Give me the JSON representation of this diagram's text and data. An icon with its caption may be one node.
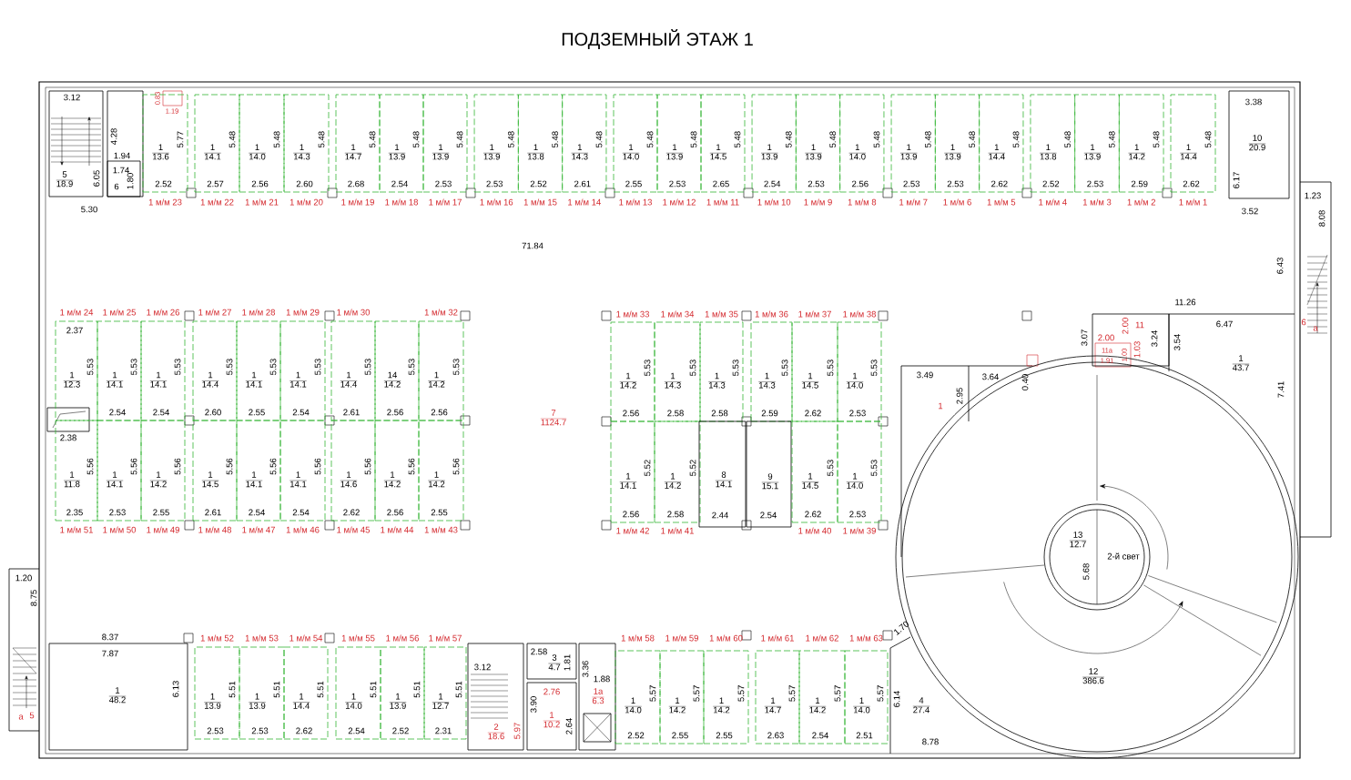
{
  "diagram": {
    "title": "ПОДЗЕМНЫЙ ЭТАЖ 1",
    "nodes": [
      {
        "text": [
          "5",
          "18.9"
        ]
      },
      {
        "text": [
          "6"
        ]
      },
      {
        "text": [
          "1",
          "13.6",
          "5.77",
          "2.52"
        ],
        "beside": [
          "1 м/м 23"
        ]
      },
      {
        "text": [
          "1",
          "14.1",
          "5.48",
          "2.57"
        ],
        "beside": [
          "1 м/м 22"
        ]
      },
      {
        "text": [
          "1",
          "14.0",
          "5.48",
          "2.56"
        ],
        "beside": [
          "1 м/м 21"
        ]
      },
      {
        "text": [
          "1",
          "14.3",
          "5.48",
          "2.60"
        ],
        "beside": [
          "1 м/м 20"
        ]
      },
      {
        "text": [
          "1",
          "14.7",
          "5.48",
          "2.68"
        ],
        "beside": [
          "1 м/м 19"
        ]
      },
      {
        "text": [
          "1",
          "13.9",
          "5.48",
          "2.54"
        ],
        "beside": [
          "1 м/м 18"
        ]
      },
      {
        "text": [
          "1",
          "13.9",
          "5.48",
          "2.53"
        ],
        "beside": [
          "1 м/м 17"
        ]
      },
      {
        "text": [
          "1",
          "13.9",
          "5.48",
          "2.53"
        ],
        "beside": [
          "1 м/м 16"
        ]
      },
      {
        "text": [
          "1",
          "13.8",
          "5.48",
          "2.52"
        ],
        "beside": [
          "1 м/м 15"
        ]
      },
      {
        "text": [
          "1",
          "14.3",
          "5.48",
          "2.61"
        ],
        "beside": [
          "1 м/м 14"
        ]
      },
      {
        "text": [
          "1",
          "14.0",
          "5.48",
          "2.55"
        ],
        "beside": [
          "1 м/м 13"
        ]
      },
      {
        "text": [
          "1",
          "13.9",
          "5.48",
          "2.53"
        ],
        "beside": [
          "1 м/м 12"
        ]
      },
      {
        "text": [
          "1",
          "14.5",
          "5.48",
          "2.65"
        ],
        "beside": [
          "1 м/м 11"
        ]
      },
      {
        "text": [
          "1",
          "13.9",
          "5.48",
          "2.54"
        ],
        "beside": [
          "1 м/м 10"
        ]
      },
      {
        "text": [
          "1",
          "13.9",
          "5.48",
          "2.53"
        ],
        "beside": [
          "1 м/м 9"
        ]
      },
      {
        "text": [
          "1",
          "14.0",
          "5.48",
          "2.56"
        ],
        "beside": [
          "1 м/м 8"
        ]
      },
      {
        "text": [
          "1",
          "13.9",
          "5.48",
          "2.53"
        ],
        "beside": [
          "1 м/м 7"
        ]
      },
      {
        "text": [
          "1",
          "13.9",
          "5.48",
          "2.53"
        ],
        "beside": [
          "1 м/м 6"
        ]
      },
      {
        "text": [
          "1",
          "14.4",
          "5.48",
          "2.62"
        ],
        "beside": [
          "1 м/м 5"
        ]
      },
      {
        "text": [
          "1",
          "13.8",
          "5.48",
          "2.52"
        ],
        "beside": [
          "1 м/м 4"
        ]
      },
      {
        "text": [
          "1",
          "13.9",
          "5.48",
          "2.53"
        ],
        "beside": [
          "1 м/м 3"
        ]
      },
      {
        "text": [
          "1",
          "14.2",
          "5.48",
          "2.59"
        ],
        "beside": [
          "1 м/м 2"
        ]
      },
      {
        "text": [
          "1",
          "14.4",
          "5.48",
          "2.62"
        ],
        "beside": [
          "1 м/м 1"
        ]
      },
      {
        "text": [
          "10",
          "20.9"
        ]
      },
      {
        "text": [
          "1",
          "12.3",
          "5.53",
          "2.37"
        ],
        "beside": [
          "1 м/м 24"
        ]
      },
      {
        "text": [
          "1",
          "14.1",
          "5.53",
          "2.54"
        ],
        "beside": [
          "1 м/м 25"
        ]
      },
      {
        "text": [
          "1",
          "14.1",
          "5.53",
          "2.54"
        ],
        "beside": [
          "1 м/м 26"
        ]
      },
      {
        "text": [
          "1",
          "14.4",
          "5.53",
          "2.60"
        ],
        "beside": [
          "1 м/м 27"
        ]
      },
      {
        "text": [
          "1",
          "14.1",
          "5.53",
          "2.55"
        ],
        "beside": [
          "1 м/м 28"
        ]
      },
      {
        "text": [
          "1",
          "14.1",
          "5.53",
          "2.54"
        ],
        "beside": [
          "1 м/м 29"
        ]
      },
      {
        "text": [
          "1",
          "14.4",
          "5.53",
          "2.61"
        ],
        "beside": [
          "1 м/м 30"
        ]
      },
      {
        "text": [
          "14",
          "14.2",
          "5.53",
          "2.56"
        ]
      },
      {
        "text": [
          "1",
          "14.2",
          "5.53",
          "2.56"
        ],
        "beside": [
          "1 м/м 32"
        ]
      },
      {
        "text": [
          "1",
          "14.2",
          "5.53",
          "2.56"
        ],
        "beside": [
          "1 м/м 33"
        ]
      },
      {
        "text": [
          "1",
          "14.3",
          "5.53",
          "2.58"
        ],
        "beside": [
          "1 м/м 34"
        ]
      },
      {
        "text": [
          "1",
          "14.3",
          "5.53",
          "2.58"
        ],
        "beside": [
          "1 м/м 35"
        ]
      },
      {
        "text": [
          "1",
          "14.3",
          "5.53",
          "2.59"
        ],
        "beside": [
          "1 м/м 36"
        ]
      },
      {
        "text": [
          "1",
          "14.5",
          "5.53",
          "2.62"
        ],
        "beside": [
          "1 м/м 37"
        ]
      },
      {
        "text": [
          "1",
          "14.0",
          "5.53",
          "2.53"
        ],
        "beside": [
          "1 м/м 38"
        ]
      },
      {
        "text": [
          "11"
        ]
      },
      {
        "text": [
          "1",
          "43.7"
        ]
      },
      {
        "text": [
          "1"
        ]
      },
      {
        "text": [
          "7",
          "1124.7"
        ]
      },
      {
        "text": [
          "1",
          "11.8",
          "5.56",
          "2.35"
        ],
        "beside": [
          "1 м/м 51"
        ]
      },
      {
        "text": [
          "1",
          "14.1",
          "5.56",
          "2.53"
        ],
        "beside": [
          "1 м/м 50"
        ]
      },
      {
        "text": [
          "1",
          "14.2",
          "5.56",
          "2.55"
        ],
        "beside": [
          "1 м/м 49"
        ]
      },
      {
        "text": [
          "1",
          "14.5",
          "5.56",
          "2.61"
        ],
        "beside": [
          "1 м/м 48"
        ]
      },
      {
        "text": [
          "1",
          "14.1",
          "5.56",
          "2.54"
        ],
        "beside": [
          "1 м/м 47"
        ]
      },
      {
        "text": [
          "1",
          "14.1",
          "5.56",
          "2.54"
        ],
        "beside": [
          "1 м/м 46"
        ]
      },
      {
        "text": [
          "1",
          "14.6",
          "5.56",
          "2.62"
        ],
        "beside": [
          "1 м/м 45"
        ]
      },
      {
        "text": [
          "1",
          "14.2",
          "5.56",
          "2.56"
        ],
        "beside": [
          "1 м/м 44"
        ]
      },
      {
        "text": [
          "1",
          "14.2",
          "5.56",
          "2.55"
        ],
        "beside": [
          "1 м/м 43"
        ]
      },
      {
        "text": [
          "1",
          "14.1",
          "5.52",
          "2.56"
        ],
        "beside": [
          "1 м/м 42"
        ]
      },
      {
        "text": [
          "1",
          "14.2",
          "5.52",
          "2.58"
        ],
        "beside": [
          "1 м/м 41"
        ]
      },
      {
        "text": [
          "8",
          "14.1",
          "2.44"
        ]
      },
      {
        "text": [
          "9",
          "15.1",
          "2.54"
        ]
      },
      {
        "text": [
          "1",
          "14.5",
          "5.53",
          "2.62"
        ],
        "beside": [
          "1 м/м 40"
        ]
      },
      {
        "text": [
          "1",
          "14.0",
          "5.53",
          "2.53"
        ],
        "beside": [
          "1 м/м 39"
        ]
      },
      {
        "text": [
          "12",
          "386.6"
        ]
      },
      {
        "text": [
          "13",
          "12.7",
          "2-й свет"
        ],
        "in": 60
      },
      {
        "text": [
          "1",
          "48.2"
        ]
      },
      {
        "text": [
          "1",
          "13.9",
          "5.51",
          "2.53"
        ],
        "beside": [
          "1 м/м 52"
        ]
      },
      {
        "text": [
          "1",
          "13.9",
          "5.51",
          "2.53"
        ],
        "beside": [
          "1 м/м 53"
        ]
      },
      {
        "text": [
          "1",
          "14.4",
          "5.51",
          "2.62"
        ],
        "beside": [
          "1 м/м 54"
        ]
      },
      {
        "text": [
          "1",
          "14.0",
          "5.51",
          "2.54"
        ],
        "beside": [
          "1 м/м 55"
        ]
      },
      {
        "text": [
          "1",
          "13.9",
          "5.51",
          "2.52"
        ],
        "beside": [
          "1 м/м 56"
        ]
      },
      {
        "text": [
          "1",
          "12.7",
          "5.51",
          "2.31"
        ],
        "beside": [
          "1 м/м 57"
        ]
      },
      {
        "text": [
          "2",
          "18.6"
        ]
      },
      {
        "text": [
          "3",
          "4.7"
        ]
      },
      {
        "text": [
          "1а",
          "6.3"
        ]
      },
      {
        "text": [
          "1",
          "10.2"
        ]
      },
      {
        "text": [
          "1",
          "14.0",
          "5.57",
          "2.52"
        ],
        "beside": [
          "1 м/м 58"
        ]
      },
      {
        "text": [
          "1",
          "14.2",
          "5.57",
          "2.55"
        ],
        "beside": [
          "1 м/м 59"
        ]
      },
      {
        "text": [
          "1",
          "14.2",
          "5.57",
          "2.55"
        ],
        "beside": [
          "1 м/м 60"
        ]
      },
      {
        "text": [
          "1",
          "14.7",
          "5.57",
          "2.63"
        ],
        "beside": [
          "1 м/м 61"
        ]
      },
      {
        "text": [
          "1",
          "14.2",
          "5.57",
          "2.54"
        ],
        "beside": [
          "1 м/м 62"
        ]
      },
      {
        "text": [
          "1",
          "14.0",
          "5.57",
          "2.51"
        ],
        "beside": [
          "1 м/м 63"
        ]
      },
      {
        "text": [
          "4",
          "27.4"
        ]
      }
    ],
    "labels": [
      "3.12",
      "4.28",
      "1.94",
      "1.74",
      "6.05",
      "1.80",
      "0.83",
      "1.19",
      "3.38",
      "6.17",
      "5.30",
      "1.23",
      "8.08",
      "3.52",
      "71.84",
      "6.43",
      "11.26",
      "6.47",
      "6",
      "а",
      "3.07",
      "2.00",
      "2.00",
      "11а",
      "1.00",
      "1.91",
      "1.03",
      "3.24",
      "3.54",
      "3.49",
      "3.64",
      "0.40",
      "2.95",
      "7.41",
      "2.38",
      "5.68",
      "1.20",
      "8.75",
      "1.70",
      "8.37",
      "7.87",
      "3.12",
      "2.58",
      "1.81",
      "3.36",
      "1.88",
      "6.13",
      "2.76",
      "3.90",
      "6.14",
      "а",
      "5",
      "5.97",
      "2.64",
      "8.78"
    ]
  }
}
